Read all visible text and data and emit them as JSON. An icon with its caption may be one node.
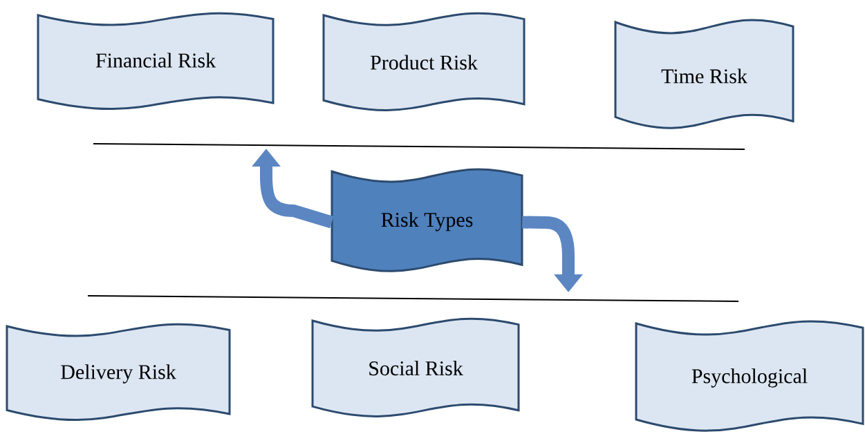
{
  "diagram": {
    "nodes": [
      {
        "text": [
          "Financial Risk"
        ]
      },
      {
        "text": [
          "Product Risk"
        ]
      },
      {
        "text": [
          "Time Risk"
        ]
      },
      {
        "text": [
          "Risk Types"
        ]
      },
      {
        "text": [
          "Delivery Risk"
        ]
      },
      {
        "text": [
          "Social Risk"
        ]
      },
      {
        "text": [
          "Psychological"
        ]
      }
    ],
    "edges": [
      {
        "from": 3,
        "to": null,
        "arrow": "to"
      },
      {
        "from": 3,
        "to": null,
        "arrow": "to"
      }
    ]
  }
}
